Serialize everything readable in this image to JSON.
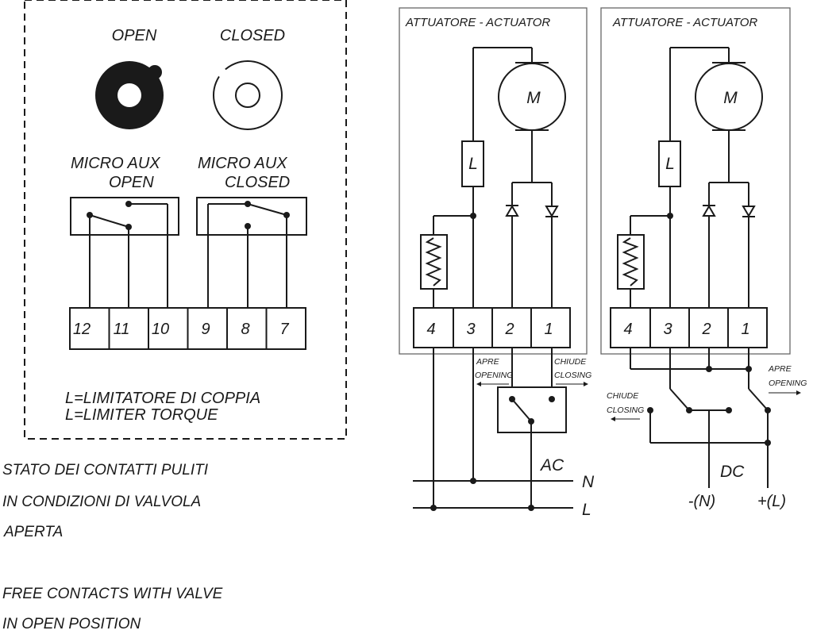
{
  "left_panel": {
    "open_label": "OPEN",
    "closed_label": "CLOSED",
    "micro_open_line1": "MICRO AUX",
    "micro_open_line2": "OPEN",
    "micro_closed_line1": "MICRO AUX",
    "micro_closed_line2": "CLOSED",
    "terminals": [
      "12",
      "11",
      "10",
      "9",
      "8",
      "7"
    ],
    "legend_it": "L=LIMITATORE DI COPPIA",
    "legend_en": "L=LIMITER TORQUE"
  },
  "notes": {
    "it_line1": "STATO DEI CONTATTI PULITI",
    "it_line2": "IN CONDIZIONI DI VALVOLA",
    "it_line3": "APERTA",
    "en_line1": "FREE CONTACTS WITH VALVE",
    "en_line2": "IN OPEN POSITION"
  },
  "ac_actuator": {
    "title": "ATTUATORE - ACTUATOR",
    "motor": "M",
    "limiter": "L",
    "terminals": [
      "4",
      "3",
      "2",
      "1"
    ],
    "apre_it": "APRE",
    "apre_en": "OPENING",
    "chiude_it": "CHIUDE",
    "chiude_en": "CLOSING",
    "supply_label": "AC",
    "line_n": "N",
    "line_l": "L"
  },
  "dc_actuator": {
    "title": "ATTUATORE - ACTUATOR",
    "motor": "M",
    "limiter": "L",
    "terminals": [
      "4",
      "3",
      "2",
      "1"
    ],
    "chiude_it": "CHIUDE",
    "chiude_en": "CLOSING",
    "apre_it": "APRE",
    "apre_en": "OPENING",
    "supply_label": "DC",
    "neg_label": "-(N)",
    "pos_label": "+(L)"
  }
}
